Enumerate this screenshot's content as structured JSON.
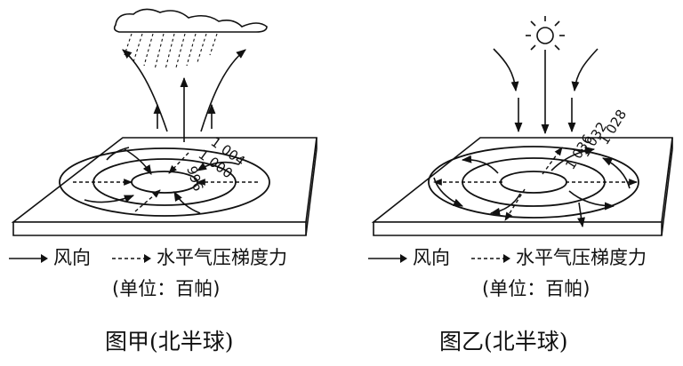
{
  "left_panel": {
    "isobars": [
      "1 004",
      "1 000",
      "996"
    ],
    "legend": {
      "wind": "风向",
      "gradient": "水平气压梯度力"
    },
    "unit": "(单位：百帕)",
    "caption": "图甲(北半球)"
  },
  "right_panel": {
    "isobars": [
      "1 028",
      "1 032",
      "1 036"
    ],
    "legend": {
      "wind": "风向",
      "gradient": "水平气压梯度力"
    },
    "unit": "(单位：百帕)",
    "caption": "图乙(北半球)"
  },
  "icons": [
    "rain-cloud-icon",
    "sun-icon"
  ],
  "colors": {
    "ink": "#111111",
    "background": "#ffffff"
  }
}
